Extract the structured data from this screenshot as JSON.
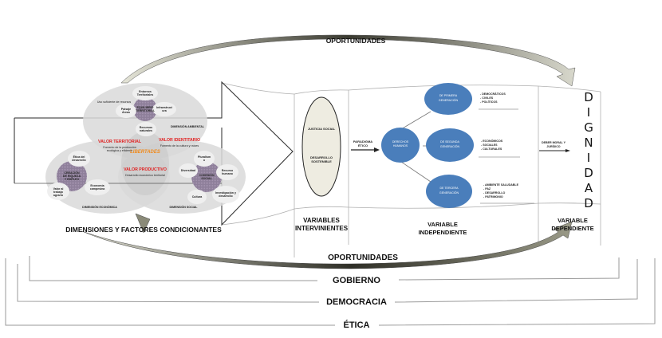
{
  "top_arc": {
    "label": "OPORTUNIDADES"
  },
  "bottom_arc": {
    "label": "OPORTUNIDADES"
  },
  "brackets": [
    {
      "label": "GOBIERNO"
    },
    {
      "label": "DEMOCRACIA"
    },
    {
      "label": "ÉTICA"
    }
  ],
  "venn": {
    "title": "DIMENSIONES Y FACTORES CONDICIONANTES",
    "environmental": {
      "center": "EQUILIBRIO TERRITORIAL",
      "satellites": [
        "Entornos Territoriales",
        "Infraestructura",
        "Recursos naturales",
        "Paisaje Áreas"
      ],
      "note": "Uso suficiente de recursos",
      "dimension": "DIMENSIÓN AMBIENTAL"
    },
    "economic": {
      "center": "CREACIÓN DE RIQUEZA Y EMPLEO",
      "satellites": [
        "Ética del desarrollo",
        "Economía campesina",
        "Valor al trabajo agrario"
      ],
      "dimension": "DIMENSIÓN ECONÓMICA"
    },
    "social": {
      "center": "COHESIÓN SOCIAL",
      "satellites": [
        "Pluralism o",
        "Recurso humano",
        "Investigación y desarrollo",
        "Cultura",
        "Diversidad"
      ],
      "dimension": "DIMENSIÓN SOCIAL"
    },
    "intersections": {
      "valor_territorial": {
        "title": "VALOR TERRITORIAL",
        "desc": "Fomento de la producción ecológica y eficiente"
      },
      "valor_identitario": {
        "title": "VALOR IDENTITARIO",
        "desc": "Fomento de la cultura y raíces"
      },
      "valor_productivo": {
        "title": "VALOR PRODUCTIVO",
        "desc": "Desarrollo económico territorial"
      },
      "center": "LIBERTADES"
    }
  },
  "intervening": {
    "items": [
      "JUSTICIA SOCIAL",
      "DESARROLLO SOSTENIBLE"
    ],
    "label_line1": "VARIABLES",
    "label_line2": "INTERVINIENTES"
  },
  "paradigm": {
    "line1": "PARADIGMA",
    "line2": "ÉTICO"
  },
  "independent": {
    "hub": {
      "line1": "DERECHOS",
      "line2": "HUMANOS"
    },
    "generations": [
      {
        "line1": "DE PRIMERA",
        "line2": "GENERACIÓN",
        "items": [
          "- DEMOCRÁTICOS",
          "- CIVILES",
          "- POLÍTICOS"
        ]
      },
      {
        "line1": "DE SEGUNDA",
        "line2": "GENERACIÓN",
        "items": [
          "- ECONÓMICOS",
          "- SOCIALES",
          "- CULTURALES"
        ]
      },
      {
        "line1": "DE TERCERA",
        "line2": "GENERACIÓN",
        "items": [
          "- AMBIENTE SALUDABLE",
          "- PAZ",
          "- DESARROLLO",
          "- PATRIMONIO"
        ]
      }
    ],
    "label_line1": "VARIABLE",
    "label_line2": "INDEPENDIENTE"
  },
  "duty": {
    "line1": "DEBER MORAL Y",
    "line2": "JURÍDICO"
  },
  "dependent": {
    "letters": [
      "D",
      "I",
      "G",
      "N",
      "I",
      "D",
      "A",
      "D"
    ],
    "label_line1": "VARIABLE",
    "label_line2": "DEPENDIENTE"
  },
  "colors": {
    "blue_circle": "#4a7ebb",
    "venn_gray": "#d9d9d9",
    "venn_center": "#8e7f9a",
    "ellipse_fill": "#eeece1",
    "arc_dark": "#5f5f50"
  }
}
